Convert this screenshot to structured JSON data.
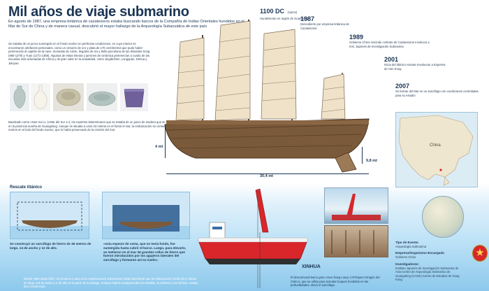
{
  "title": "Mil años de viaje submarino",
  "intro": "En agosto de 1987, una empresa británica de cazatesoros estaba buscando barcos de la Compañía de Indias Orientales hundidos en el Mar de Sur de China y de manera casual, descubrió el mayor hallazgo de la Arqueología Subacuática de este país",
  "body1": "Se trataba de un junco sumergido en el fondo marino en perfectas condiciones, en cuyo interior se encontraron artefactos personales, como un cinturón de oro y plata de 170 centímetros que pudo haber pertenecido al capitán de la nave, monedas de cobre, lingotes de oro y bella porcelana de las dinastías Song (960-1279) y Yuan (1271-1368). Algunas de estas teteras y jarrones de cerámica pertenecían a cuatro de las escuelas más aclamadas de China y de gran valor en la actualidad, como Jingdezhen, Longquan, Dehua y Jianyao.",
  "body2": "Bautizado como «Nan Hai 1» («Mar del Sur 1»), los expertos determinaron que se trataba de un junco de madera que se había hundido hacia 800 años frente a las costas de Yangjiang, en la provincia sureña de Guangdong. Aunque se situaba a unos 23 metros en el fondo el mar, la embarcación se conservaba en muy buen estado porque se había sumergido varios metros en el lodo del fondo marino, que lo había preservado de la erosión del mar.",
  "timeline": [
    {
      "year": "1100 DC",
      "extra": "(Aprox)",
      "text": "Hundimiento en región de Guandong"
    },
    {
      "year": "1987",
      "text": "Descubierto por empresa británica de Cazatesoros"
    },
    {
      "year": "1989",
      "text": "Gobierno Chino rescinde contrato de Cazatesoros Involucra a Inst. Japonés de Investigación Submarina"
    },
    {
      "year": "2001",
      "text": "Inicia del titánico rescate Involucran a Expertos de Hon Kong"
    },
    {
      "year": "2007",
      "text": "Se Extrae del Mar en un sarcófago con condiciones controladas para su estudio"
    }
  ],
  "dims": {
    "height": "4 mt",
    "length": "30,4 mt",
    "width": "9,8 mt"
  },
  "map": {
    "label": "China"
  },
  "rescue": {
    "heading": "Rescate titánico",
    "cap1": "Se construyó un sarcófago de hierro de 35 metros de largo, 14 de ancho y 12 de alto.",
    "cap2": "«esta especie de cesta, que no tenía fondo, fue sumergida hasta cubrir el barco. Luego, para elevarlo, se metieron en el mar 36 grandes rollos de hierro que fueron introducidos por los agujeros laterales del sarcófago y formaron así su suelo».",
    "cap3": "Desde 1989 hasta 2007, se llevaron a cabo ocho exploraciones submarinas hasta determinar que la embarcación medía 30,4 metros de largo, 9,8 de ancho y 4 de alto en la parte de la bodega. Aunque habían desaparecido los mástiles, la cubierta y las letrinas, estaba bien conservado.",
    "cap4": "El descomunal barco grúa «Hua Tiang Long» («Próspero Dragón del Cielo»), que se utiliza para rescatar buques hundidos en las profundidades, elevó el sarcófago."
  },
  "ship_label": "XINHUA",
  "info": {
    "k1": "Tipo de Evento",
    "v1": "Arqueología Submarina",
    "k2": "Empresa/Organismo Encargado",
    "v2": "Gobierno Chino",
    "k3": "Investigadores:",
    "v3": "Instituto Japonés de Investigación Submarina de Asia Centro de Arqueología Submarina de Guangdong (CASG) Centro de Estudios de Hong Kong"
  },
  "colors": {
    "title": "#1b3554",
    "sea": "#8cc8ec",
    "hull": "#7a5a3a",
    "sail": "#efe2c8",
    "crane": "#d8262b"
  }
}
